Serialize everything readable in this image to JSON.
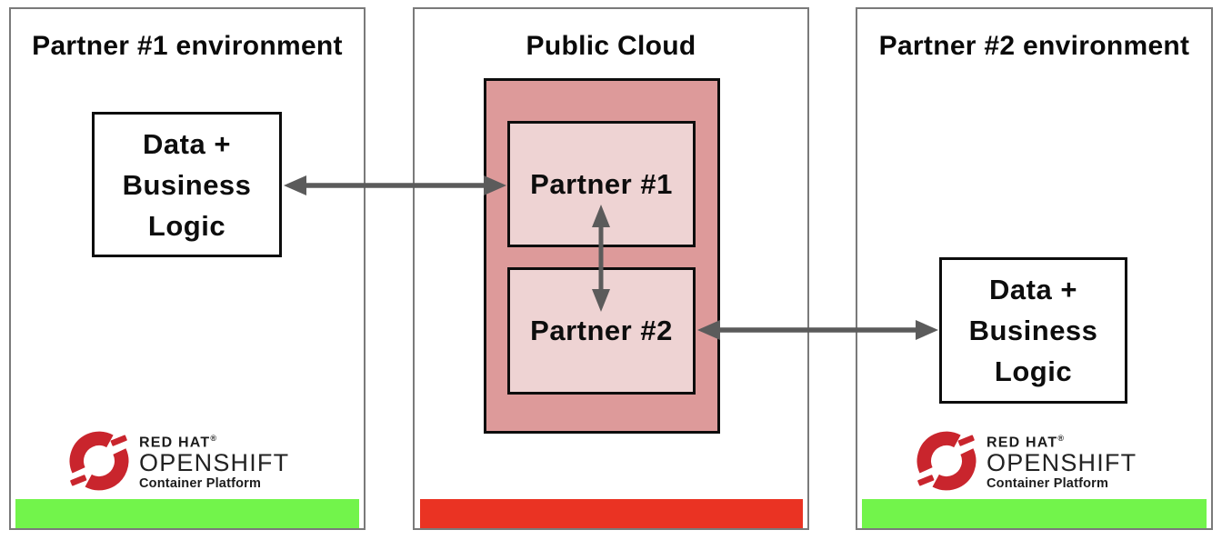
{
  "diagram": {
    "left_panel": {
      "title": "Partner #1 environment",
      "box_label": "Data +\nBusiness\nLogic"
    },
    "center_panel": {
      "title": "Public Cloud",
      "partner1_label": "Partner #1",
      "partner2_label": "Partner #2"
    },
    "right_panel": {
      "title": "Partner #2 environment",
      "box_label": "Data +\nBusiness\nLogic"
    }
  },
  "logo": {
    "brand": "RED HAT",
    "registered": "®",
    "product": "OPENSHIFT",
    "subtitle": "Container Platform"
  },
  "colors": {
    "cloud_fill": "#dd9a9a",
    "partner_fill": "#eed3d3",
    "green_bar": "#72f44b",
    "red_bar": "#ea3323",
    "arrow": "#5b5b5b",
    "logo_red": "#c9252d",
    "panel_border": "#7a7a7a"
  }
}
